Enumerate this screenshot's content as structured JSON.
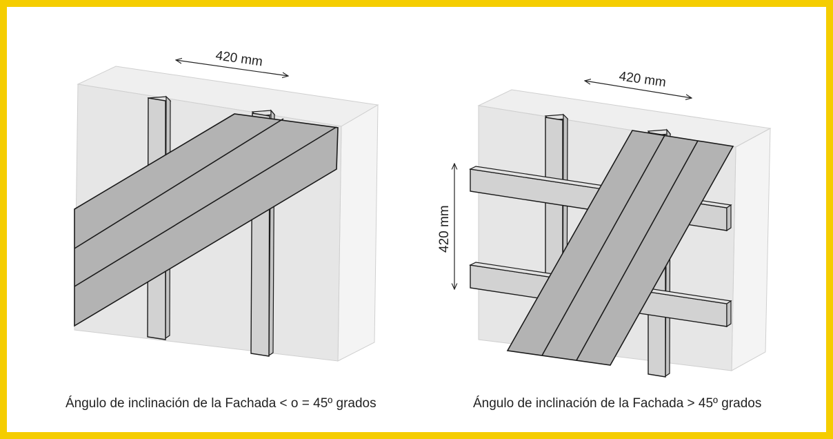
{
  "frame_color": "#f5cd00",
  "left_panel": {
    "dimension_label": "420 mm",
    "caption": "Ángulo de inclinación de la Fachada < o = 45º grados"
  },
  "right_panel": {
    "dimension_label_top": "420 mm",
    "dimension_label_side": "420 mm",
    "caption": "Ángulo de inclinación de la Fachada > 45º grados"
  },
  "colors": {
    "wall_front": "#e6e6e6",
    "wall_side": "#f4f4f4",
    "wall_top": "#efefef",
    "stud": "#d2d2d2",
    "board": "#b3b3b3",
    "outline": "#1a1a1a"
  }
}
